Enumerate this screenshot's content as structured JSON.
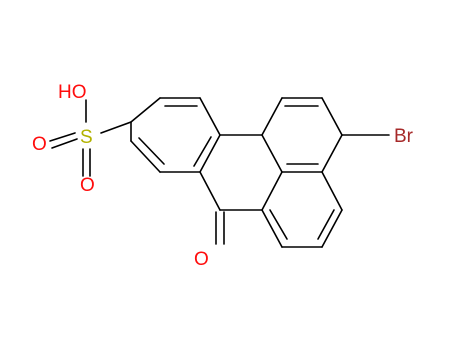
{
  "molecule": {
    "atom_labels": {
      "hydroxyl": "HO",
      "sulfur": "S",
      "sulfonyl_oxygen_1": "O",
      "sulfonyl_oxygen_2": "O",
      "carbonyl_oxygen": "O",
      "bromine": "Br"
    },
    "colors": {
      "oxygen": "#ff0d0d",
      "sulfur": "#b2b200",
      "bromine": "#a62929",
      "bond": "#000000"
    }
  }
}
